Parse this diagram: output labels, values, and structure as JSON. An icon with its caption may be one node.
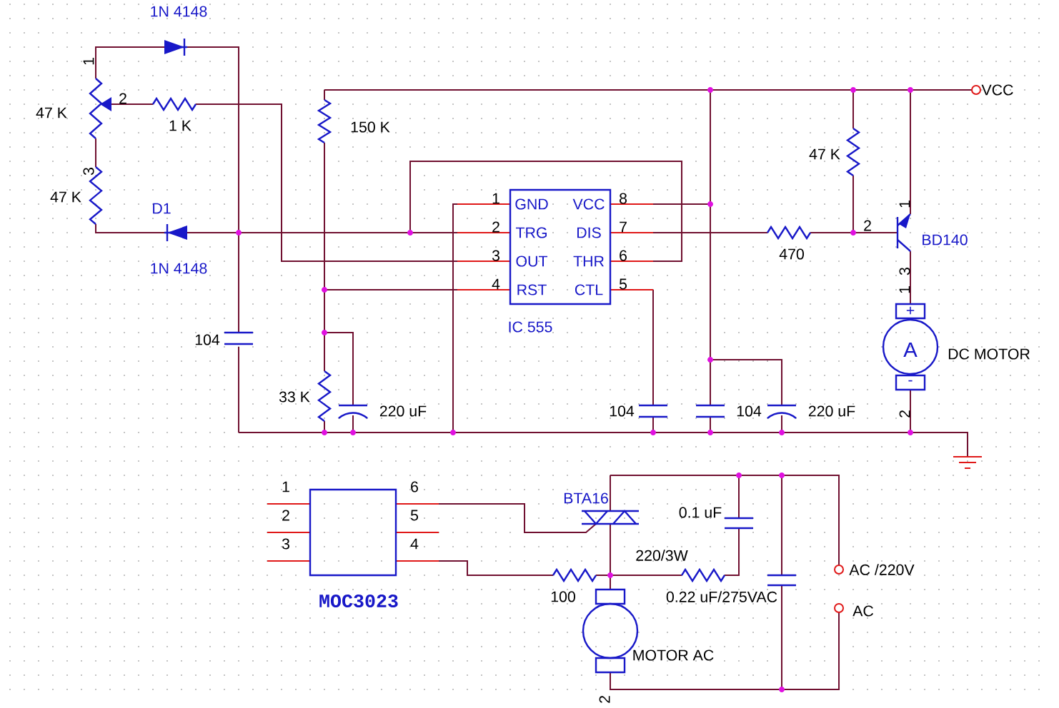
{
  "diagram": {
    "nodes": [
      {
        "text": [
          "GND",
          "TRG",
          "OUT",
          "RST",
          "VCC",
          "DIS",
          "THR",
          "CTL"
        ],
        "beside": [
          "1",
          "8",
          "2",
          "7",
          "3",
          "6",
          "4",
          "5",
          "IC 555"
        ]
      },
      {
        "text": [],
        "shape": "box",
        "beside": [
          "1",
          "6",
          "2",
          "5",
          "3",
          "4",
          "MOC3023"
        ]
      }
    ],
    "labels": [
      "1N 4148",
      "1",
      "VCC",
      "2",
      "47 K",
      "1 K",
      "150 K",
      "47 K",
      "3",
      "47 K",
      "1",
      "D1",
      "2",
      "BD140",
      "470",
      "1N 4148",
      "3",
      "1",
      "+",
      "104",
      "A",
      "DC MOTOR",
      "-",
      "33 K",
      "220 uF",
      "104",
      "104",
      "220 uF",
      "2",
      "BTA16",
      "0.1 uF",
      "220/3W",
      "AC /220V",
      "100",
      "0.22 uF/275VAC",
      "AC",
      "MOTOR AC",
      "2"
    ]
  }
}
